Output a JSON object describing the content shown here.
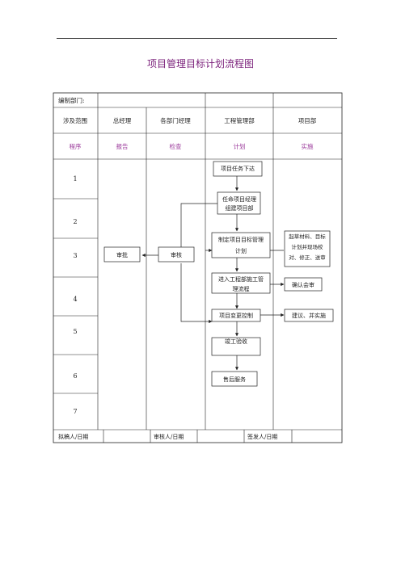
{
  "title": "项目管理目标计划流程图",
  "header": {
    "dept_label": "编制部门:",
    "scope_label": "涉及范围",
    "columns": [
      "总经理",
      "各部门经理",
      "工程管理部",
      "项目部"
    ],
    "row2_label": "程序",
    "row2_values": [
      "报告",
      "检查",
      "计划",
      "实施"
    ]
  },
  "steps": [
    "1",
    "2",
    "3",
    "4",
    "5",
    "6",
    "7"
  ],
  "boxes": {
    "task": "项目任务下达",
    "appoint_1": "任命项目经理",
    "appoint_2": "组建项目部",
    "plan_1": "制定项目目标管理",
    "plan_2": "计划",
    "draft_1": "起草材料、目标",
    "draft_2": "计划并现场校",
    "draft_3": "对、修正、送审",
    "approve": "审批",
    "review": "审核",
    "enter_1": "进入工程部施工管",
    "enter_2": "理流程",
    "confirm": "确认会审",
    "change": "项目变更控制",
    "suggest": "建议、并实施",
    "acceptance": "竣工验收",
    "service": "售后服务"
  },
  "footer": {
    "drafter": "拟稿人/日期",
    "checker": "审核人/日期",
    "issuer": "签发人/日期"
  },
  "colors": {
    "title": "#7a1f7a",
    "row2": "#9b3a9b",
    "line": "#222222"
  }
}
